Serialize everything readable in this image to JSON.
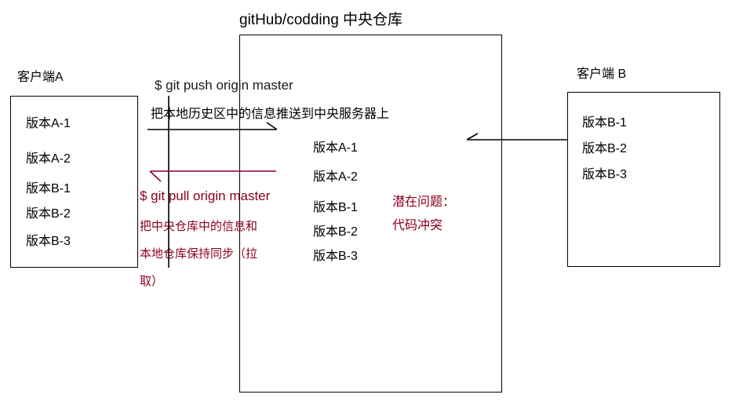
{
  "diagram": {
    "title": "gitHub/codding  中央仓库",
    "colors": {
      "stroke": "#000000",
      "red": "#8B0020",
      "background": "#ffffff"
    }
  },
  "client_a": {
    "label": "客户端A",
    "versions": [
      "版本A-1",
      "版本A-2",
      "版本B-1",
      "版本B-2",
      "版本B-3"
    ]
  },
  "central": {
    "label": "gitHub/codding  中央仓库",
    "versions": [
      "版本A-1",
      "版本A-2",
      "版本B-1",
      "版本B-2",
      "版本B-3"
    ]
  },
  "client_b": {
    "label": "客户端 B",
    "versions": [
      "版本B-1",
      "版本B-2",
      "版本B-3"
    ]
  },
  "push": {
    "command": "$ git push origin master",
    "description": "把本地历史区中的信息推送到中央服务器上"
  },
  "pull": {
    "command": "$ git pull origin master",
    "description_lines": [
      "把中央仓库中的信息和",
      "本地仓库保持同步（拉",
      "取）"
    ]
  },
  "conflict_note": {
    "line1": "潜在问题：",
    "line2": "代码冲突"
  }
}
